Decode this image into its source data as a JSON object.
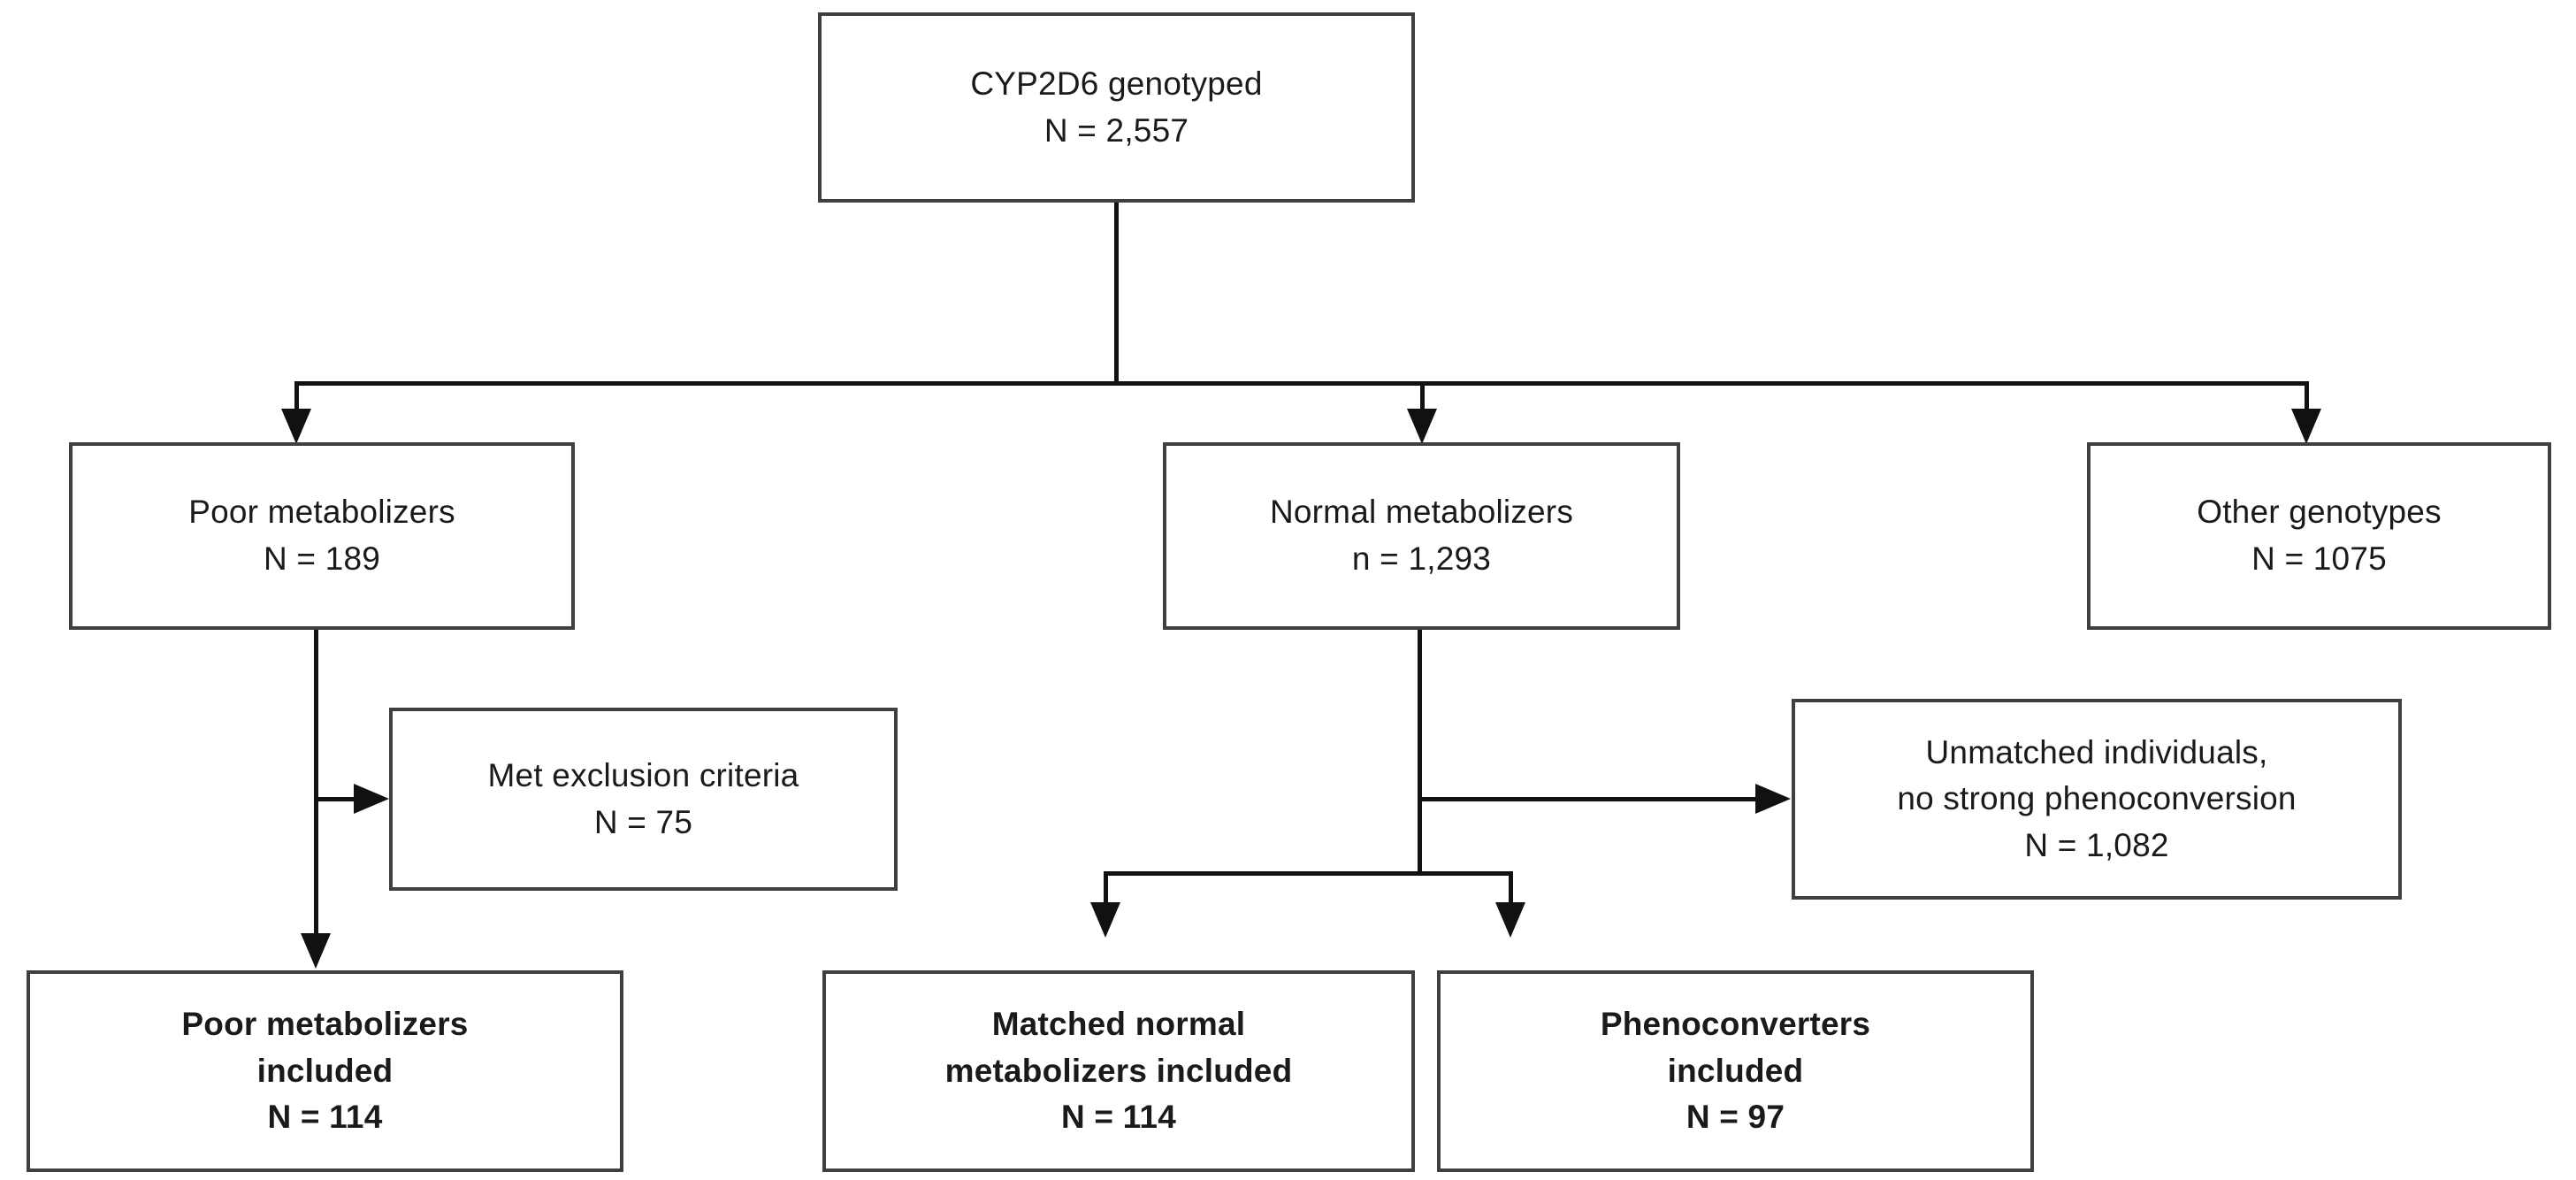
{
  "diagram": {
    "type": "flowchart",
    "title": "CYP2D6 genotyping study participant flow",
    "nodes": [
      {
        "id": "genotyped",
        "lines": [
          "CYP2D6 genotyped",
          "N = 2,557"
        ],
        "bold": false
      },
      {
        "id": "poor-metabolizers",
        "lines": [
          "Poor metabolizers",
          "N = 189"
        ],
        "bold": false
      },
      {
        "id": "normal-metabolizers",
        "lines": [
          "Normal metabolizers",
          "n = 1,293"
        ],
        "bold": false
      },
      {
        "id": "other-genotypes",
        "lines": [
          "Other genotypes",
          "N = 1075"
        ],
        "bold": false
      },
      {
        "id": "met-exclusion-criteria",
        "lines": [
          "Met exclusion criteria",
          "N = 75"
        ],
        "bold": false
      },
      {
        "id": "unmatched-individuals",
        "lines": [
          "Unmatched individuals,",
          "no strong phenoconversion",
          "N = 1,082"
        ],
        "bold": false
      },
      {
        "id": "poor-metabolizers-included",
        "lines": [
          "Poor metabolizers",
          "included",
          "N = 114"
        ],
        "bold": true
      },
      {
        "id": "matched-normal-included",
        "lines": [
          "Matched normal",
          "metabolizers included",
          "N = 114"
        ],
        "bold": true
      },
      {
        "id": "phenoconverters-included",
        "lines": [
          "Phenoconverters",
          "included",
          "N = 97"
        ],
        "bold": true
      }
    ],
    "colors": {
      "box_border": "#3f3f3f",
      "connector": "#111111",
      "text": "#1a1a1a",
      "background": "#ffffff"
    }
  }
}
